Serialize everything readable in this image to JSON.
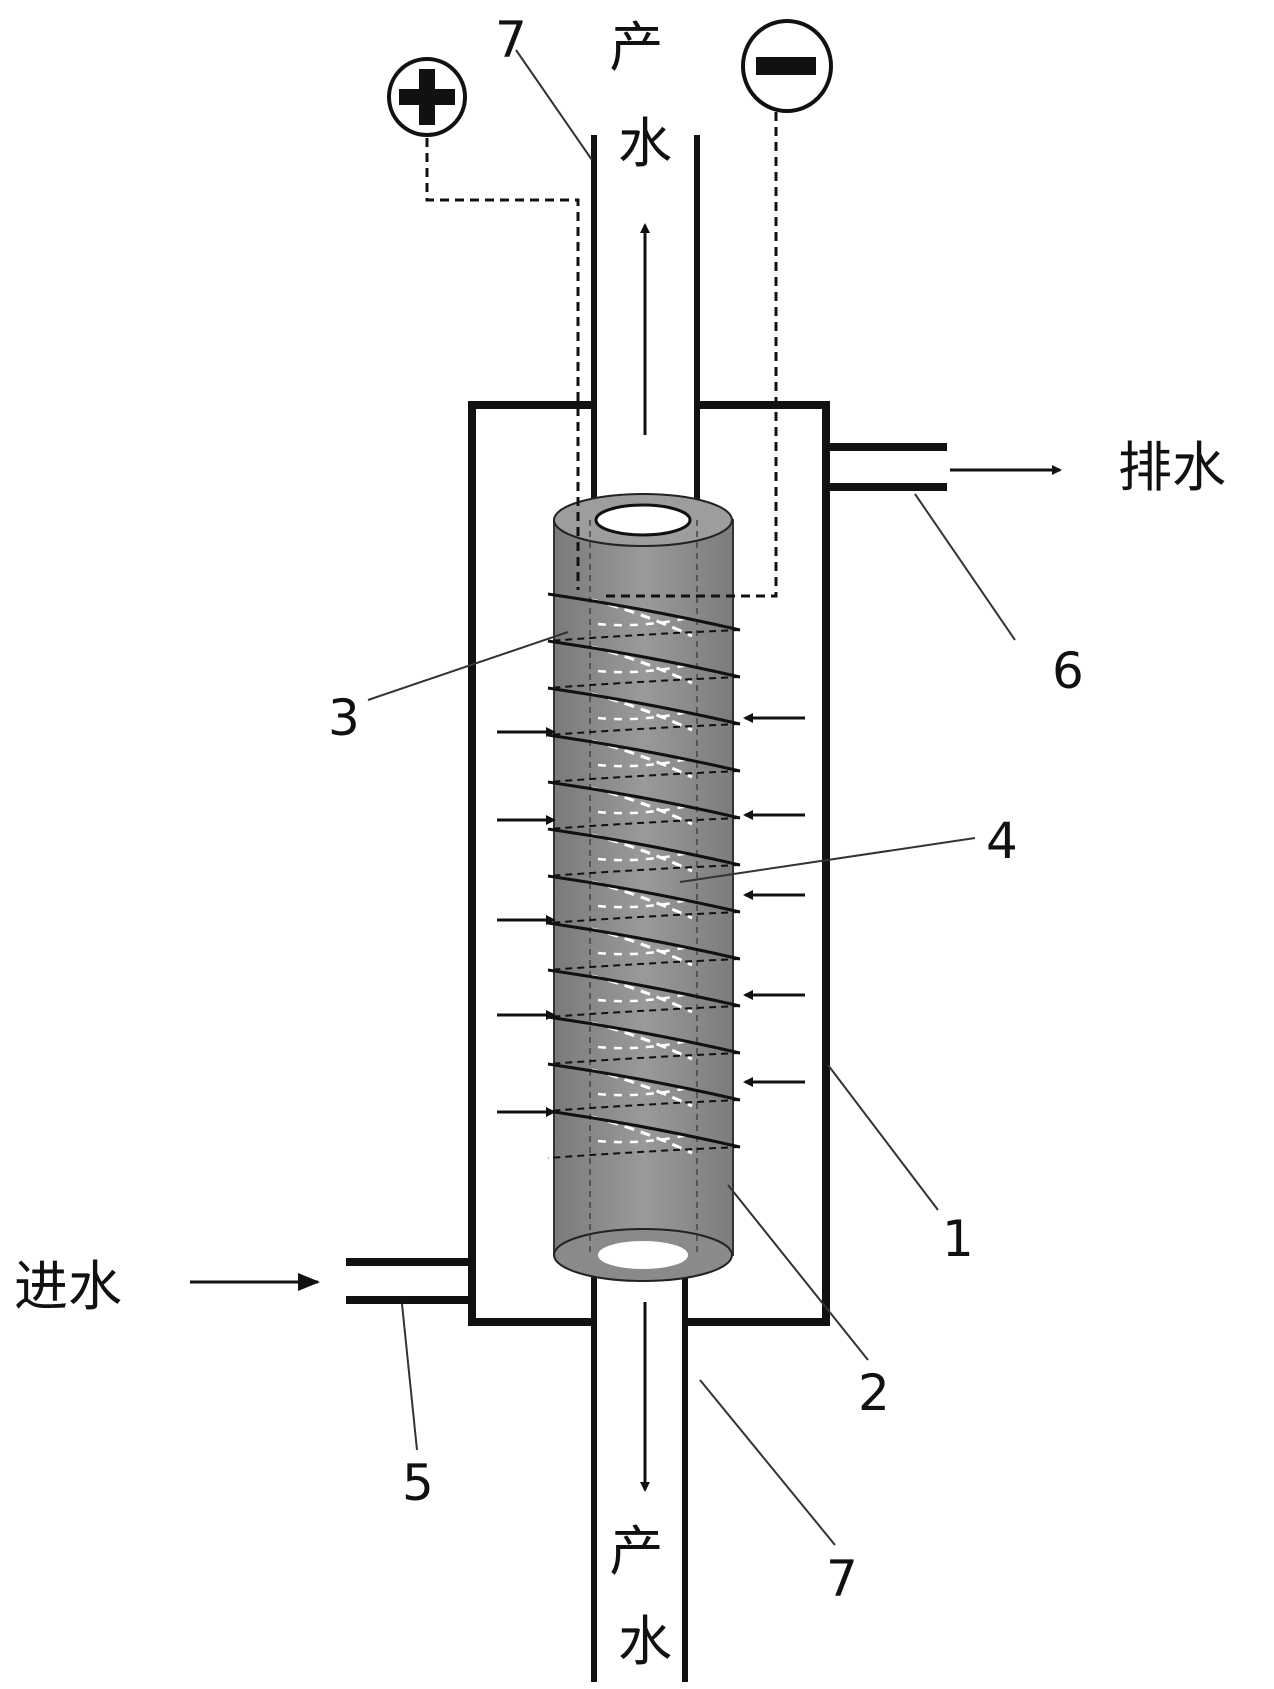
{
  "labels": {
    "product_water_top": "产水",
    "product_water_bottom": "产水",
    "drain": "排水",
    "inlet": "进水",
    "positive_terminal": "+",
    "negative_terminal": "−"
  },
  "numbers": {
    "n1": "1",
    "n2": "2",
    "n3": "3",
    "n4": "4",
    "n5": "5",
    "n6": "6",
    "n7_top": "7",
    "n7_bottom": "7"
  },
  "colors": {
    "line": "#111111",
    "membrane_tube": "#8c8c8c",
    "membrane_tube_light": "#a6a6a6",
    "coil": "#1a1a1a",
    "inner_mesh": "#ffffff"
  }
}
